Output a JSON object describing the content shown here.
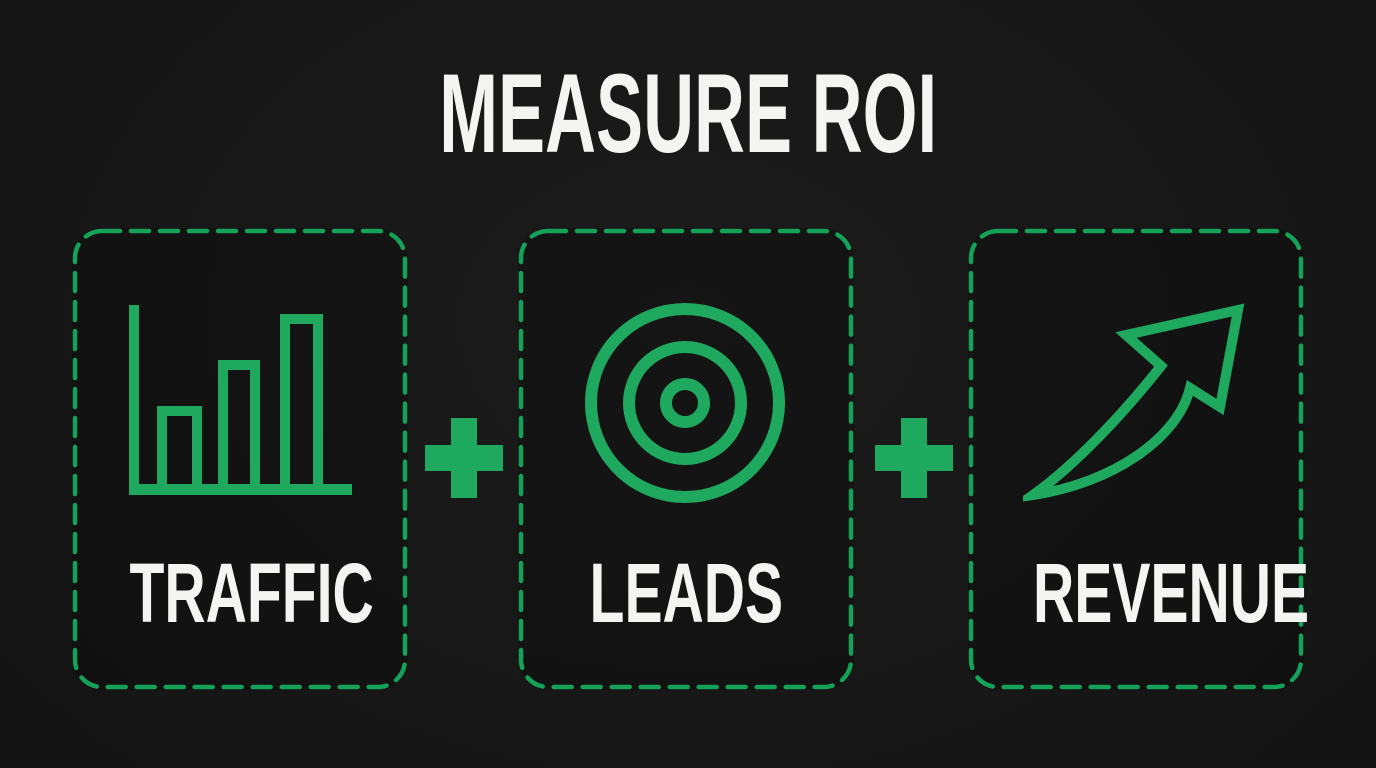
{
  "title": "MEASURE ROI",
  "colors": {
    "background": "#161616",
    "card_background": "rgba(0,0,0,0.20)",
    "accent_green": "#1FA95F",
    "border_green": "#14A158",
    "text_white": "#F4F4F2"
  },
  "cards": [
    {
      "label": "TRAFFIC",
      "icon": "bar-chart-icon"
    },
    {
      "label": "LEADS",
      "icon": "bullseye-target-icon"
    },
    {
      "label": "REVENUE",
      "icon": "growth-arrow-icon"
    }
  ],
  "separators": [
    {
      "symbol": "+"
    },
    {
      "symbol": "+"
    }
  ]
}
